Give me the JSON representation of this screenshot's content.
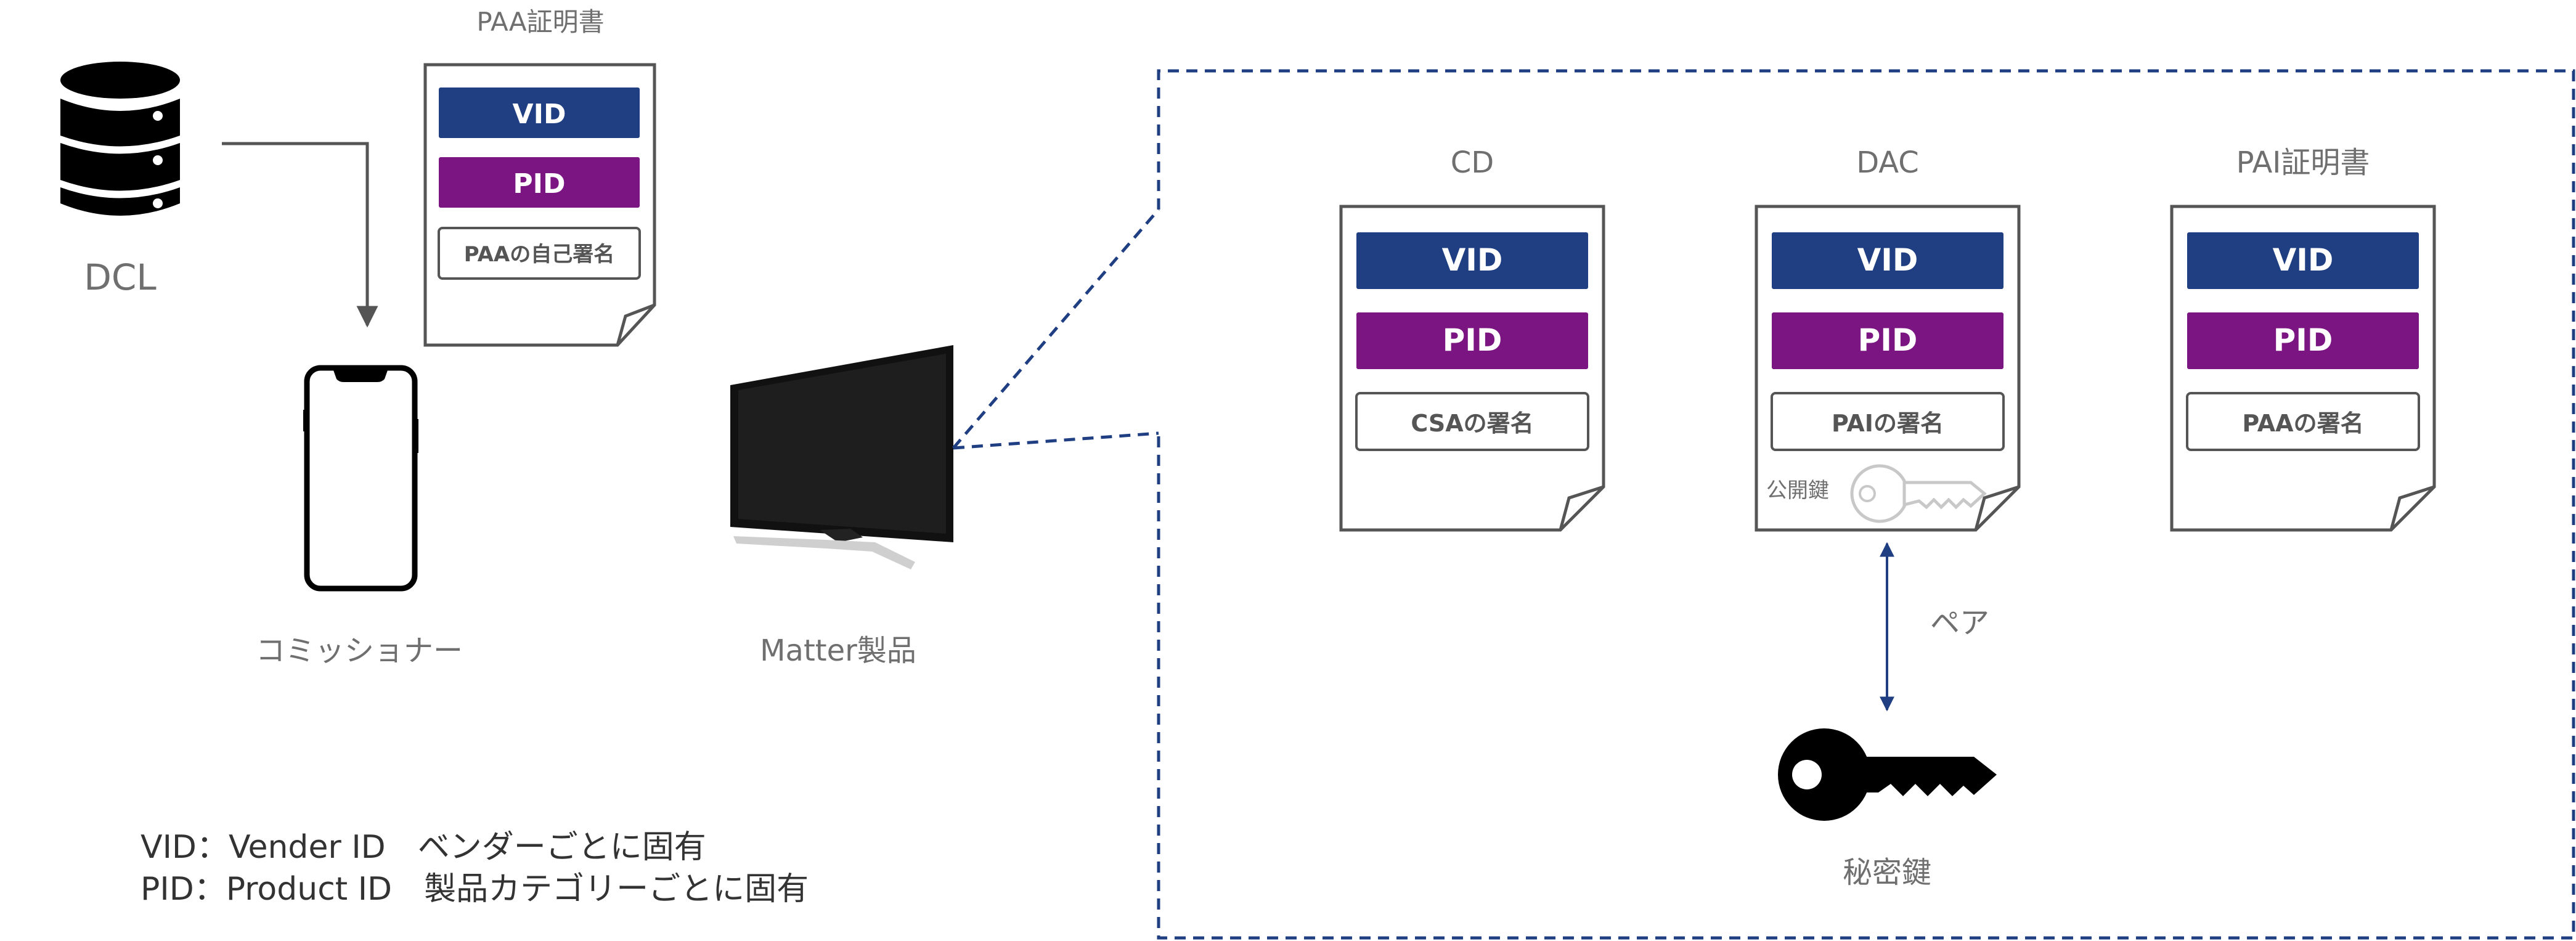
{
  "colors": {
    "vid": "#1f3f82",
    "pid": "#7b1582",
    "dashed_border": "#1f3f82",
    "doc_border": "#555555",
    "label_gray": "#6f6f6f"
  },
  "dcl": {
    "label": "DCL",
    "icon": "database-icon"
  },
  "paa_cert": {
    "title": "PAA証明書",
    "vid": "VID",
    "pid": "PID",
    "signature": "PAAの自己署名"
  },
  "commissioner": {
    "label": "コミッショナー",
    "icon": "smartphone-icon"
  },
  "product": {
    "label": "Matter製品",
    "icon": "tv-icon"
  },
  "certs": [
    {
      "title": "CD",
      "vid": "VID",
      "pid": "PID",
      "signature": "CSAの署名"
    },
    {
      "title": "DAC",
      "vid": "VID",
      "pid": "PID",
      "signature": "PAIの署名",
      "key_label": "公開鍵"
    },
    {
      "title": "PAI証明書",
      "vid": "VID",
      "pid": "PID",
      "signature": "PAAの署名"
    }
  ],
  "pair_label": "ペア",
  "private_key": {
    "label": "秘密鍵",
    "icon": "key-icon"
  },
  "legend": {
    "line1": "VID：Vender ID　ベンダーごとに固有",
    "line2": "PID：Product ID　製品カテゴリーごとに固有"
  }
}
